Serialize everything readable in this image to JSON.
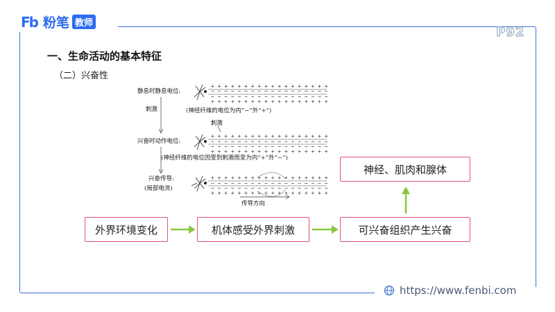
{
  "logo": {
    "brand": "粉笔",
    "tag": "教师"
  },
  "page_number": "P92",
  "heading": "一、生命活动的基本特征",
  "subheading": "（二）兴奋性",
  "figure": {
    "resting_label": "静息时静息电位:",
    "stimulus_vertical": "刺激",
    "resting_note": "(神经纤维的电位为内“−”外“+”)",
    "stimulus_label": "刺激",
    "action_label": "兴奋时动作电位:",
    "action_note": "(神经纤维的电位因受到刺激而变为内“+”外“−”)",
    "conduction_label_1": "兴奋传导:",
    "conduction_label_2": "(局部电流)",
    "direction_label": "传导方向",
    "plus_row": "+ + + + + + + + + + + + + + + + + + + + + +",
    "minus_row": "− − − − − − − − − − − − − − − − − − − − − −"
  },
  "flow": {
    "box1": "外界环境变化",
    "box2": "机体感受外界刺激",
    "box3": "可兴奋组织产生兴奋",
    "box4": "神经、肌肉和腺体"
  },
  "colors": {
    "accent": "#3e6fd8",
    "box_border": "#e0507e",
    "arrow": "#8cc63f"
  },
  "footer": {
    "url": "https://www.fenbi.com",
    "icon": "globe-icon"
  }
}
